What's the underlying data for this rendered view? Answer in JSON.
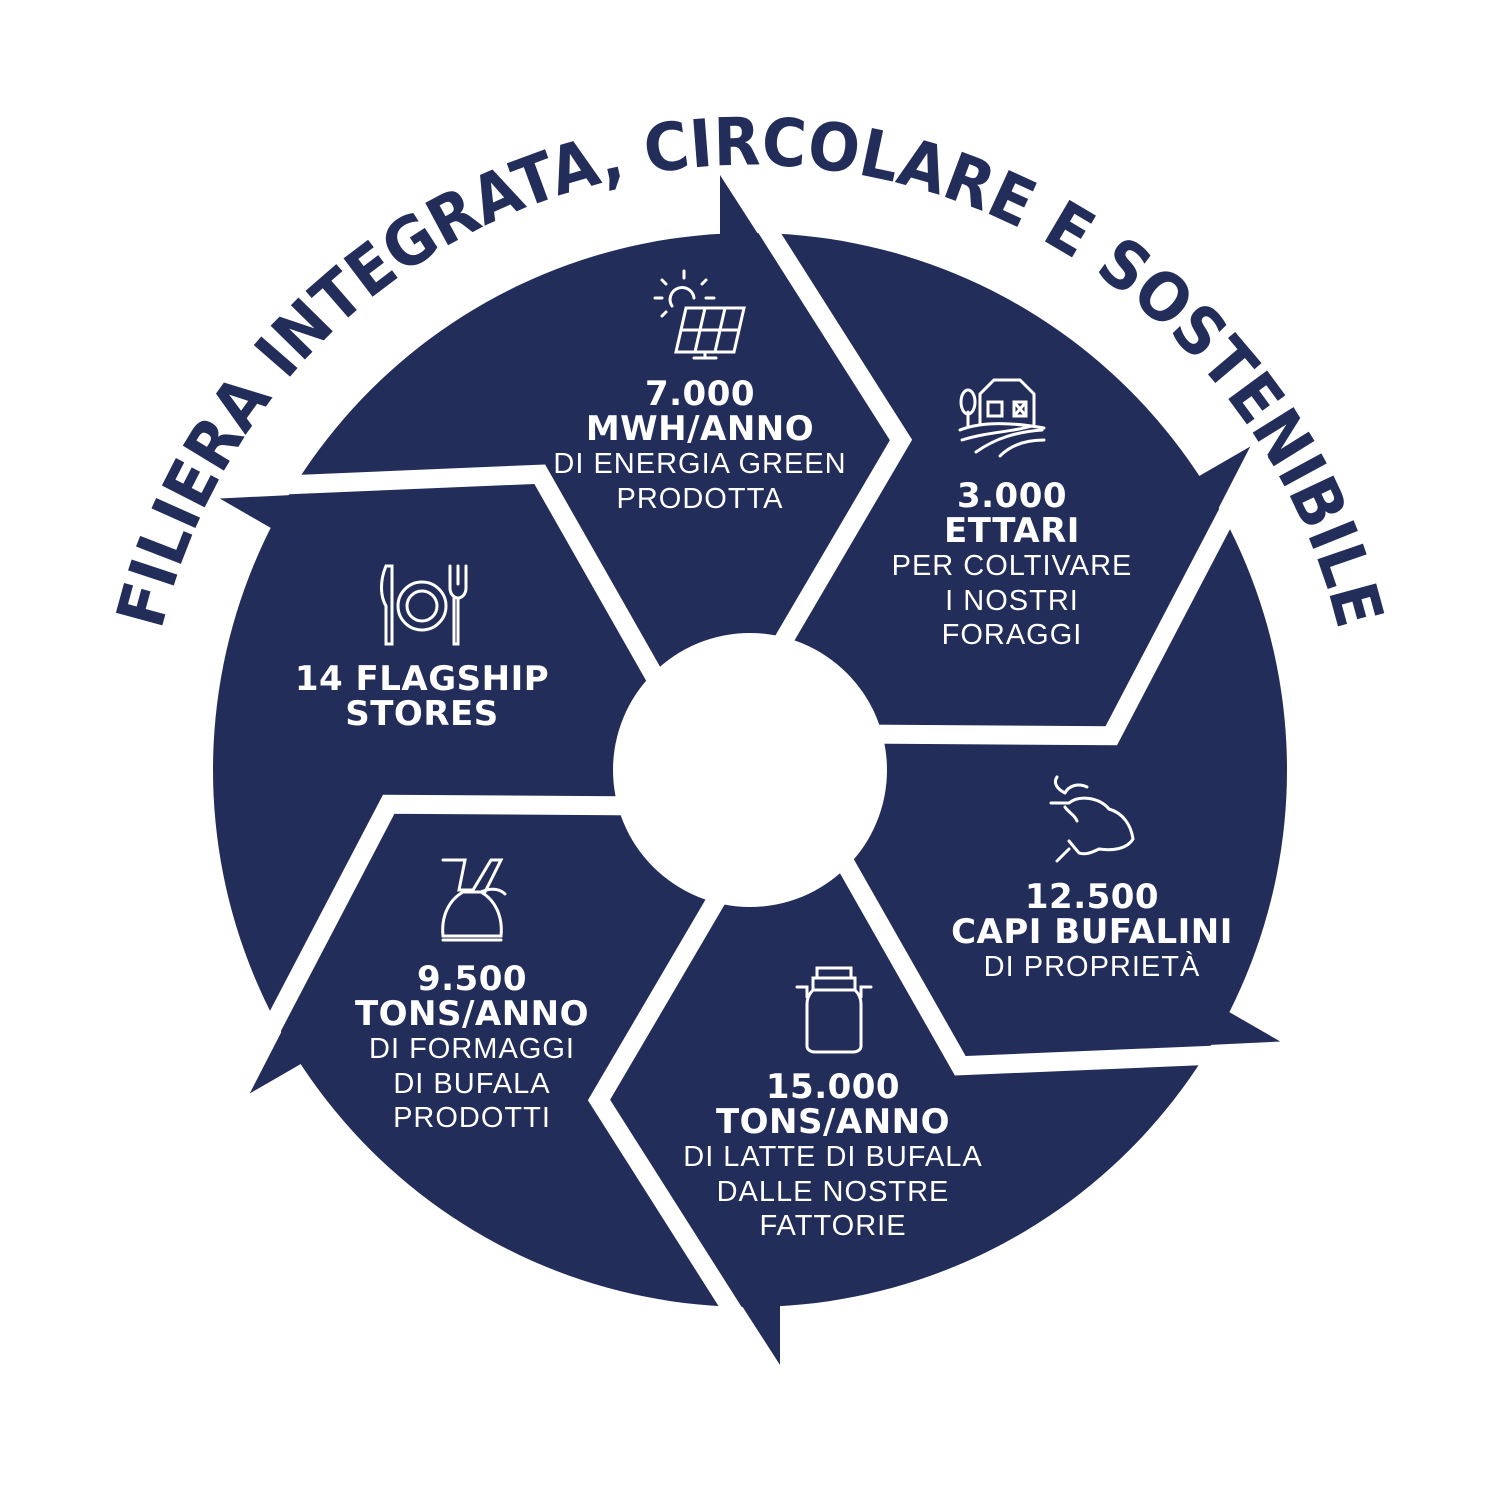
{
  "title": "FILIERA INTEGRATA, CIRCOLARE E SOSTENIBILE",
  "colors": {
    "navy": "#232d5a",
    "background": "#ffffff"
  },
  "segments": [
    {
      "icon": "solar-panel-icon",
      "value": "7.000",
      "unit": "MWH/ANNO",
      "lines": [
        "DI ENERGIA GREEN",
        "PRODOTTA"
      ]
    },
    {
      "icon": "farm-barn-icon",
      "value": "3.000",
      "unit": "ETTARI",
      "lines": [
        "PER COLTIVARE",
        "I NOSTRI",
        "FORAGGI"
      ]
    },
    {
      "icon": "buffalo-icon",
      "value": "12.500",
      "unit": "CAPI BUFALINI",
      "lines": [
        "DI PROPRIETÀ"
      ]
    },
    {
      "icon": "milk-can-icon",
      "value": "15.000",
      "unit": "TONS/ANNO",
      "lines": [
        "DI LATTE DI BUFALA",
        "DALLE NOSTRE",
        "FATTORIE"
      ]
    },
    {
      "icon": "cheese-bag-icon",
      "value": "9.500",
      "unit": "TONS/ANNO",
      "lines": [
        "DI FORMAGGI",
        "DI BUFALA",
        "PRODOTTI"
      ]
    },
    {
      "icon": "plate-cutlery-icon",
      "value": "14 FLAGSHIP",
      "unit": "STORES",
      "lines": []
    }
  ]
}
